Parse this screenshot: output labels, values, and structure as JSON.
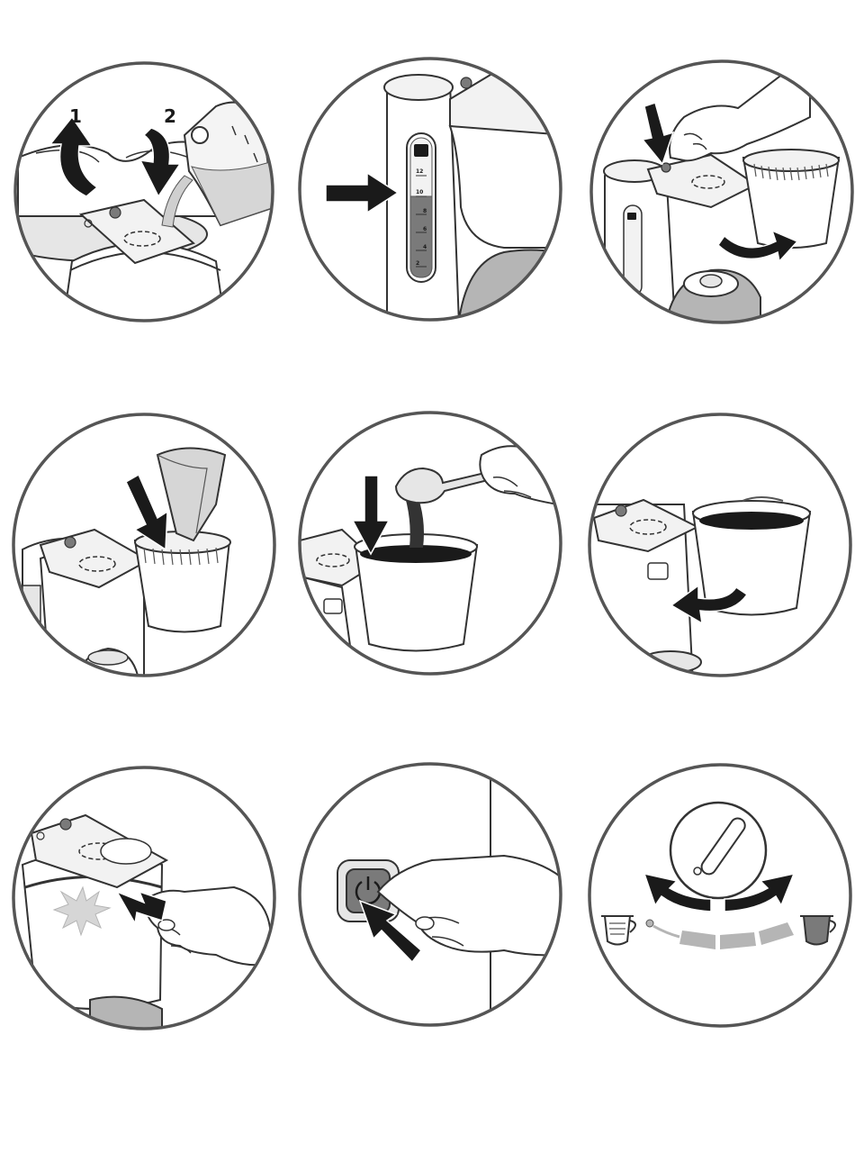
{
  "colors": {
    "stroke": "#333333",
    "ring": "#555555",
    "dark": "#1a1a1a",
    "mid": "#7a7a7a",
    "light": "#b5b5b5",
    "pale": "#e6e6e6",
    "white": "#ffffff"
  },
  "steps": [
    {
      "id": "open-lid-pour-water",
      "labels": [
        "1",
        "2"
      ],
      "icons": [
        "curved-arrow-icon",
        "down-arrow-icon",
        "water-jug-icon"
      ]
    },
    {
      "id": "water-level-gauge",
      "gauge_marks": [
        "12",
        "10",
        "8",
        "6",
        "4",
        "2"
      ],
      "icons": [
        "right-arrow-icon"
      ]
    },
    {
      "id": "open-lid-swing-filter",
      "icons": [
        "down-arrow-icon",
        "hand-icon",
        "swing-arrow-icon"
      ]
    },
    {
      "id": "insert-paper-filter",
      "icons": [
        "down-arrow-icon",
        "paper-filter-icon"
      ]
    },
    {
      "id": "add-ground-coffee",
      "icons": [
        "down-arrow-icon",
        "measuring-spoon-icon"
      ]
    },
    {
      "id": "swing-filter-back",
      "icons": [
        "curved-arrow-icon"
      ]
    },
    {
      "id": "close-lid-click",
      "icons": [
        "click-flash-icon",
        "arrow-icon",
        "hand-icon"
      ]
    },
    {
      "id": "press-power-button",
      "icons": [
        "power-icon",
        "arrow-icon",
        "hand-icon"
      ]
    },
    {
      "id": "aroma-dial",
      "icons": [
        "mild-cup-icon",
        "strong-cup-icon",
        "left-arrow-icon",
        "right-arrow-icon"
      ],
      "strength_segments": 4
    }
  ]
}
